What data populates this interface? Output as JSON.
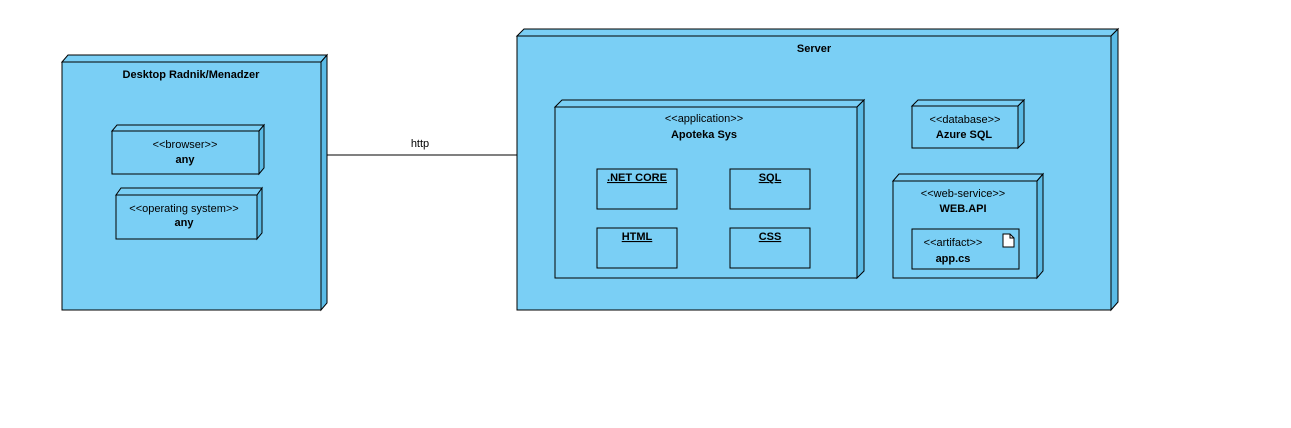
{
  "colors": {
    "node_fill": "#7acff5",
    "node_side": "#5bbbe6",
    "stroke": "#000000",
    "background": "#ffffff"
  },
  "nodes": {
    "desktop": {
      "title": "Desktop Radnik/Menadzer",
      "browser": {
        "stereotype": "<<browser>>",
        "name": "any"
      },
      "os": {
        "stereotype": "<<operating system>>",
        "name": "any"
      }
    },
    "server": {
      "title": "Server",
      "application": {
        "stereotype": "<<application>>",
        "name": "Apoteka Sys",
        "components": [
          ".NET CORE",
          "SQL",
          "HTML",
          "CSS"
        ]
      },
      "database": {
        "stereotype": "<<database>>",
        "name": "Azure SQL"
      },
      "webservice": {
        "stereotype": "<<web-service>>",
        "name": "WEB.API",
        "artifact": {
          "stereotype": "<<artifact>>",
          "name": "app.cs",
          "icon": "document-icon"
        }
      }
    }
  },
  "connection": {
    "label": "http"
  }
}
